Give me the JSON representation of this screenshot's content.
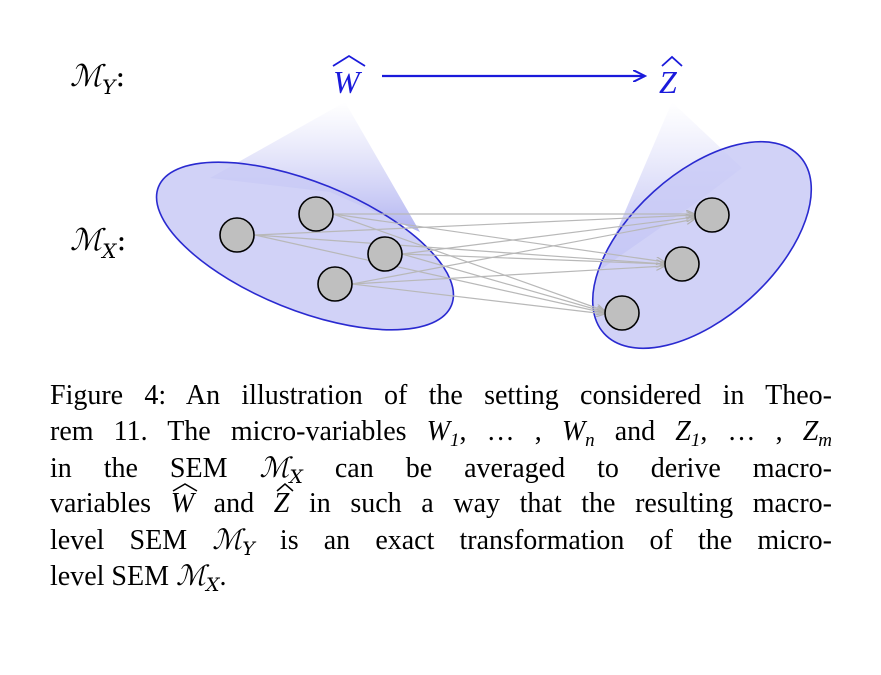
{
  "diagram": {
    "row_top_label": "ℳ",
    "row_top_sub": "Y",
    "row_bottom_label": "ℳ",
    "row_bottom_sub": "X",
    "macro_left": "W",
    "macro_right": "Z",
    "colors": {
      "macro": "#1a1adb",
      "ellipse_fill": "#c9caf6",
      "ellipse_stroke": "#2a2ad0",
      "node_fill": "#bfbfbf",
      "edge": "#b8b8b8"
    }
  },
  "caption": {
    "line1": "Figure 4: An illustration of the setting considered in Theo-",
    "line2_a": "rem 11. The micro-variables ",
    "line2_b": " and ",
    "line3_a": "in the SEM ",
    "line3_b": " can be averaged to derive macro-",
    "line4_a": "variables ",
    "line4_b": " and ",
    "line4_c": " in such a way that the resulting macro-",
    "line5_a": "level SEM ",
    "line5_b": " is an exact transformation of the micro-",
    "line6_a": "level SEM ",
    "line6_b": ".",
    "w_seq": "W",
    "w_sub1": "1",
    "ellipsis": ", … , ",
    "w_subn": "n",
    "z_seq": "Z",
    "z_sub1": "1",
    "z_subm": "m",
    "M": "ℳ",
    "sub_x": "X",
    "sub_y": "Y",
    "w_hat": "W",
    "z_hat": "Z"
  }
}
